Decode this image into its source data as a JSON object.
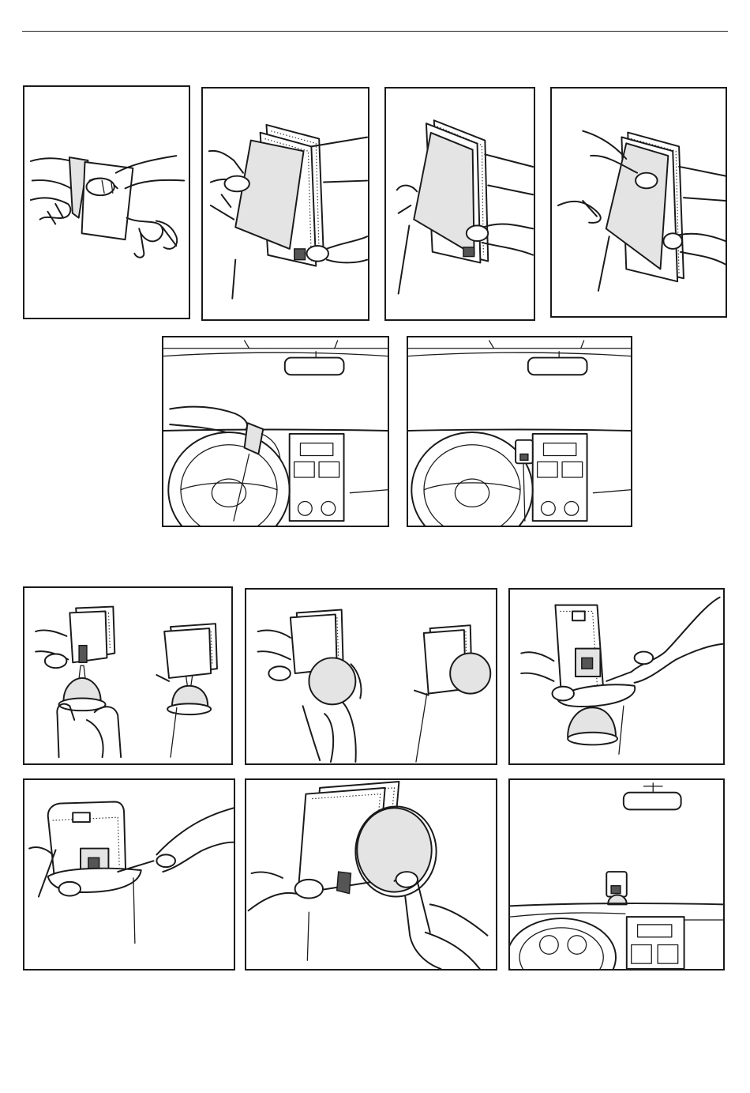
{
  "document": {
    "type": "instruction-illustrations",
    "text_present": false
  },
  "figures": [
    {
      "id": "step-1",
      "icon": "peel-adhesive-backing"
    },
    {
      "id": "step-2",
      "icon": "attach-pad-to-holder"
    },
    {
      "id": "step-3",
      "icon": "press-holder-plate"
    },
    {
      "id": "step-4",
      "icon": "peel-protective-film"
    },
    {
      "id": "step-5",
      "icon": "mount-on-dashboard"
    },
    {
      "id": "step-6",
      "icon": "holder-mounted-dashboard"
    },
    {
      "id": "step-7",
      "icon": "attach-suction-cup-mount"
    },
    {
      "id": "step-8",
      "icon": "attach-adhesive-disc"
    },
    {
      "id": "step-9",
      "icon": "tighten-screw-suction-mount"
    },
    {
      "id": "step-10",
      "icon": "tighten-screw-holder"
    },
    {
      "id": "step-11",
      "icon": "press-adhesive-disc"
    },
    {
      "id": "step-12",
      "icon": "holder-mounted-windscreen"
    }
  ],
  "colors": {
    "line": "#1a1a1a",
    "shade": "#e4e4e4",
    "background": "#ffffff"
  }
}
